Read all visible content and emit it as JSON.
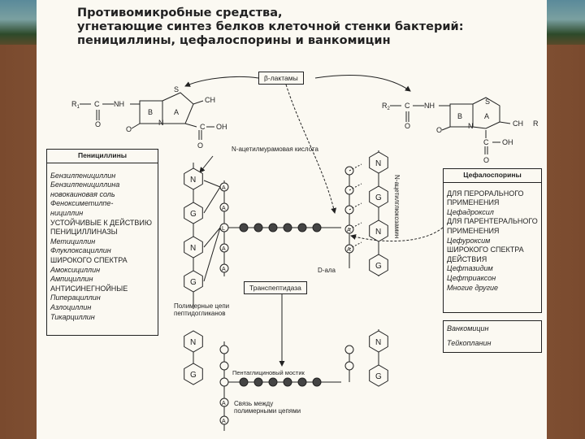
{
  "title": {
    "line1": "Противомикробные средства,",
    "line2": "угнетающие синтез белков клеточной стенки бактерий:",
    "line3": "пенициллины, цефалоспорины и ванкомицин"
  },
  "beta_lactams_label": "β-лактамы",
  "transpeptidase_label": "Транспептидаза",
  "labels": {
    "n_acetylmuramic": "N-ацетилмурамовая кислота",
    "n_acetylglucosamine": "N-ацетилглюкозамин",
    "d_ala": "D-ала",
    "polymer_chains": "Полимерные цепи\nпептидогликанов",
    "pentaglycine_bridge": "Пентаглициновый мостик",
    "crosslink": "Связь между\nполимерными цепями"
  },
  "structure_left": {
    "r": "R",
    "sub": "1",
    "c": "C",
    "nh": "NH",
    "o": "O",
    "s": "S",
    "ch3": "CH",
    "ring_b": "B",
    "ring_a": "A",
    "n": "N",
    "oh": "OH"
  },
  "structure_right": {
    "r": "R",
    "sub": "2",
    "c": "C",
    "nh": "NH",
    "o": "O",
    "s": "S",
    "ch2": "CH",
    "ring_b": "B",
    "ring_a": "A",
    "n": "N",
    "oh": "OH",
    "r3": "R"
  },
  "penicillins": {
    "header": "Пенициллины",
    "items": [
      {
        "text": "Бензилпенициллин",
        "cap": false
      },
      {
        "text": "Бензилпенициллина",
        "cap": false
      },
      {
        "text": "новокаиновая соль",
        "cap": false
      },
      {
        "text": "Феноксиметилпе-",
        "cap": false
      },
      {
        "text": "нициллин",
        "cap": false
      },
      {
        "text": "Устойчивые к действию",
        "cap": true
      },
      {
        "text": "пенициллиназы",
        "cap": true
      },
      {
        "text": "Метициллин",
        "cap": false
      },
      {
        "text": "Флуклоксациллин",
        "cap": false
      },
      {
        "text": "Широкого спектра",
        "cap": true
      },
      {
        "text": "Амоксициллин",
        "cap": false
      },
      {
        "text": "Ампициллин",
        "cap": false
      },
      {
        "text": "Антисинегнойные",
        "cap": true
      },
      {
        "text": "Пиперациллин",
        "cap": false
      },
      {
        "text": "Азлоциллин",
        "cap": false
      },
      {
        "text": "Тикарциллин",
        "cap": false
      }
    ]
  },
  "cephalosporins": {
    "header": "Цефалоспорины",
    "items": [
      {
        "text": "Для перорального",
        "cap": true
      },
      {
        "text": "применения",
        "cap": true
      },
      {
        "text": "Цефадроксил",
        "cap": false
      },
      {
        "text": "Для парентерального",
        "cap": true
      },
      {
        "text": "применения",
        "cap": true
      },
      {
        "text": "Цефуроксим",
        "cap": false
      },
      {
        "text": "Широкого спектра",
        "cap": true
      },
      {
        "text": "действия",
        "cap": true
      },
      {
        "text": "Цефтазидим",
        "cap": false
      },
      {
        "text": "Цефтриаксон",
        "cap": false
      },
      {
        "text": "Многие другие",
        "cap": false
      }
    ]
  },
  "glycopeptides": {
    "items": [
      "Ванкомицин",
      "Тейкопланин"
    ]
  },
  "hex_letters": {
    "n": "N",
    "g": "G"
  },
  "circle_letters": {
    "a": "A",
    "l": "L"
  }
}
